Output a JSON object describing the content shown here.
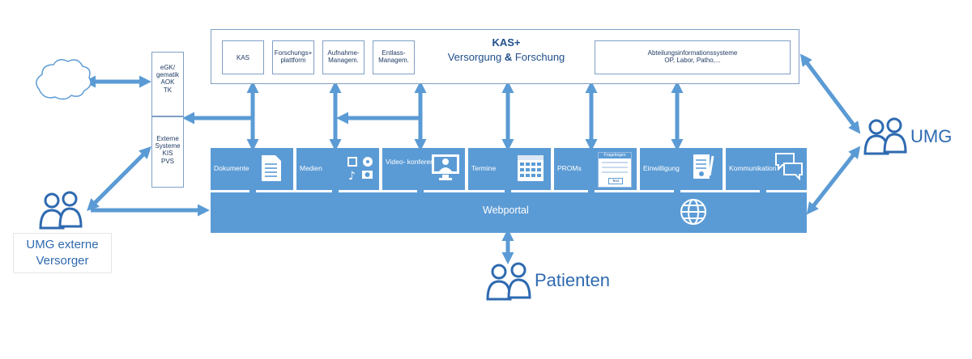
{
  "kas": {
    "title": "KAS+",
    "subtitle_versorgung": "Versorgung",
    "subtitle_amp": "&",
    "subtitle_forschung": "Forschung",
    "modules": [
      "KAS",
      "Forschungs+\nplattform",
      "Aufnahme-\nManagem.",
      "Entlass-\nManagem."
    ],
    "abteilung": "Abteilungsinformationssysteme\nOP, Labor, Patho,..."
  },
  "left_boxes": {
    "egk": "eGK/\ngematik\nAOK\nTK",
    "externe": "Externe\nSysteme\nKIS\nPVS"
  },
  "services": [
    {
      "label": "Dokumente",
      "icon": "document-icon"
    },
    {
      "label": "Medien",
      "icon": "media-icon"
    },
    {
      "label": "Video-\nkonferenzen",
      "icon": "video-conference-icon"
    },
    {
      "label": "Termine",
      "icon": "calendar-icon"
    },
    {
      "label": "PROMs",
      "icon": "questionnaire-icon"
    },
    {
      "label": "Einwilligung",
      "icon": "consent-icon"
    },
    {
      "label": "Kommunikation",
      "icon": "chat-icon"
    }
  ],
  "proms_card": {
    "header": "Fragebogen",
    "button": "Text"
  },
  "portal": {
    "label": "Webportal",
    "icon": "globe-icon"
  },
  "actors": {
    "umg": "UMG",
    "patienten": "Patienten",
    "extern": "UMG externe\nVersorger"
  },
  "colors": {
    "accent": "#5b9bd5",
    "text": "#1f4e8a",
    "outline": "#7f9fc6"
  }
}
